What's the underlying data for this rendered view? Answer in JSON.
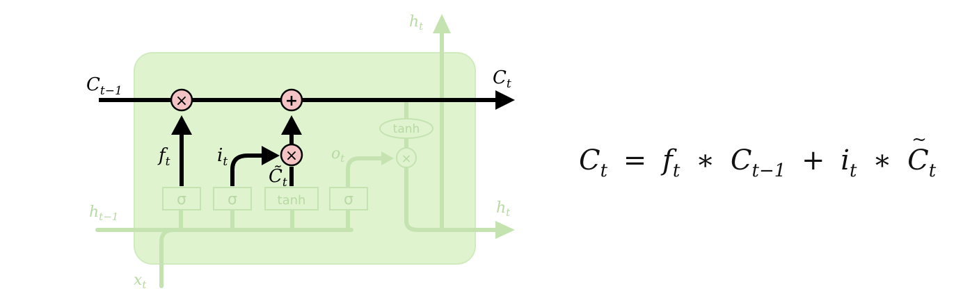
{
  "diagram": {
    "labels": {
      "c_prev": "C",
      "c_prev_sub": "t−1",
      "c_out": "C",
      "c_out_sub": "t",
      "h_top": "h",
      "h_top_sub": "t",
      "h_right": "h",
      "h_right_sub": "t",
      "h_prev": "h",
      "h_prev_sub": "t−1",
      "x_in": "x",
      "x_in_sub": "t",
      "f_gate": "f",
      "f_gate_sub": "t",
      "i_gate": "i",
      "i_gate_sub": "t",
      "o_gate": "o",
      "o_gate_sub": "t",
      "c_tilde": "C̃",
      "c_tilde_sub": "t"
    },
    "ops": {
      "multiply": "×",
      "add": "+"
    },
    "layers": {
      "sigma1": "σ",
      "sigma2": "σ",
      "tanh": "tanh",
      "sigma3": "σ",
      "tanh_out": "tanh"
    },
    "colors": {
      "cell_bg": "#dff3cf",
      "faded_line": "#c4e3b0",
      "faded_text": "#b9d9a4",
      "op_fill": "#f4c4c4",
      "active": "#000000"
    }
  },
  "equation": {
    "lhs": "C",
    "lhs_sub": "t",
    "eq": "=",
    "f": "f",
    "f_sub": "t",
    "times1": "∗",
    "c": "C",
    "c_sub": "t−1",
    "plus": "+",
    "i": "i",
    "i_sub": "t",
    "times2": "∗",
    "ct": "C",
    "ct_sub": "t"
  }
}
